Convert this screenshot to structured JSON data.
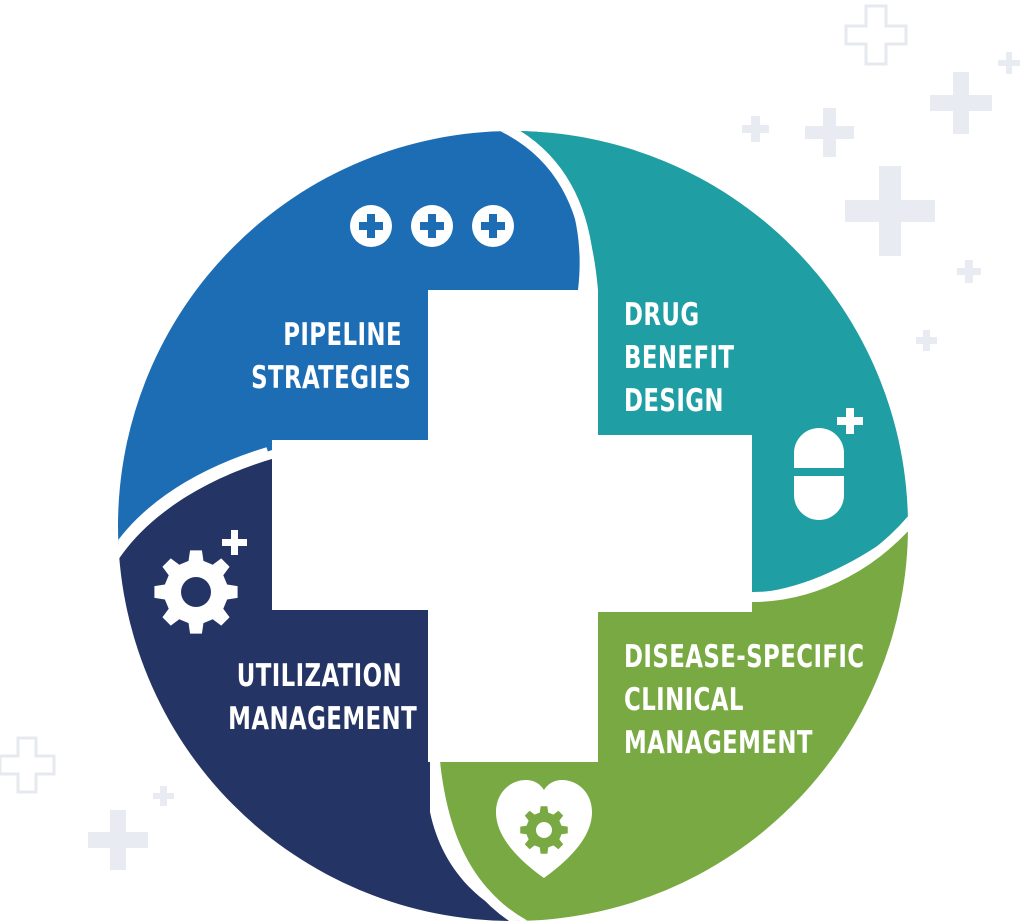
{
  "colors": {
    "pipeline": "#1d6db4",
    "drug": "#1f9ea3",
    "utilization": "#243464",
    "disease": "#79a942",
    "background_crosses": "#e8ecf2",
    "icon": "#ffffff"
  },
  "segments": [
    {
      "id": "pipeline",
      "label_lines": [
        "PIPELINE",
        "STRATEGIES"
      ],
      "icon": "three-plus-circles-icon"
    },
    {
      "id": "drug",
      "label_lines": [
        "DRUG",
        "BENEFIT",
        "DESIGN"
      ],
      "icon": "pill-plus-icon"
    },
    {
      "id": "utilization",
      "label_lines": [
        "UTILIZATION",
        "MANAGEMENT"
      ],
      "icon": "gear-plus-icon"
    },
    {
      "id": "disease",
      "label_lines": [
        "DISEASE-SPECIFIC",
        "CLINICAL",
        "MANAGEMENT"
      ],
      "icon": "heart-gear-icon"
    }
  ]
}
